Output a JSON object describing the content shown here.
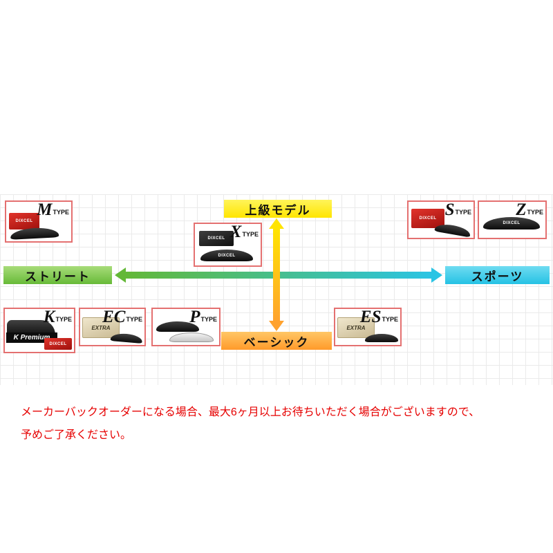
{
  "brand": "DIXCEL",
  "axis": {
    "left": "ストリート",
    "right": "スポーツ",
    "top": "上級モデル",
    "bottom": "ベーシック"
  },
  "products": {
    "m": {
      "letter": "M",
      "suffix": "TYPE"
    },
    "x": {
      "letter": "X",
      "suffix": "TYPE"
    },
    "s": {
      "letter": "S",
      "suffix": "TYPE"
    },
    "z": {
      "letter": "Z",
      "suffix": "TYPE"
    },
    "k": {
      "letter": "K",
      "suffix": "TYPE",
      "sub_label": "K Premium"
    },
    "ec": {
      "letter": "EC",
      "suffix": "TYPE",
      "box_text": "EXTRA"
    },
    "p": {
      "letter": "P",
      "suffix": "TYPE"
    },
    "es": {
      "letter": "ES",
      "suffix": "TYPE",
      "box_text": "EXTRA"
    }
  },
  "footer": {
    "line1": "メーカーバックオーダーになる場合、最大6ヶ月以上お待ちいただく場合がございますので、",
    "line2": "予めご了承ください。"
  },
  "colors": {
    "street_green": "#67ba38",
    "sports_cyan": "#25c2e4",
    "premium_yellow": "#ffe500",
    "basic_orange": "#ff9a2a",
    "card_border_red": "#e47070",
    "footer_text_red": "#e60000",
    "brand_red": "#c3120d"
  }
}
